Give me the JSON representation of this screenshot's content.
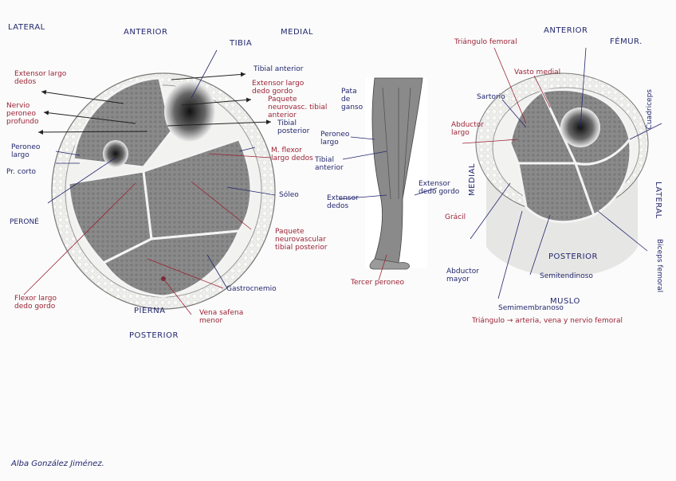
{
  "leg": {
    "orientation": {
      "lateral": "LATERAL",
      "anterior": "ANTERIOR",
      "tibia": "TIBIA",
      "medial": "MEDIAL",
      "pierna": "PIERNA",
      "posterior": "POSTERIOR"
    },
    "labels": {
      "extensor_largo_dedos": "Extensor largo dedos",
      "nervio_peroneo_profundo": "Nervio peroneo profundo",
      "peroneo_largo": "Peroneo largo",
      "peroneo_corto": "Pr. corto",
      "perone": "PERONÉ",
      "tibial_anterior": "Tibial anterior",
      "extensor_largo_dedo_gordo": "Extensor largo dedo gordo",
      "paquete_neurovascular_tibial_anterior": "Paquete neurovasc. tibial anterior",
      "tibial_posterior": "Tibial posterior",
      "flexor_largo_dedos": "M. flexor largo dedos",
      "soleo": "Sóleo",
      "paquete_neurovascular_tibial_posterior": "Paquete neurovascular tibial posterior",
      "gastrocnemio": "Gastrocnemio",
      "vena_safena_menor": "Vena safena menor",
      "flexor_largo_dedo_gordo": "Flexor largo dedo gordo"
    }
  },
  "middle": {
    "labels": {
      "pata_de_ganso": "Pata de ganso",
      "peroneo_largo": "Peroneo largo",
      "tibial_anterior": "Tibial anterior",
      "extensor_dedo_gordo": "Extensor dedo gordo",
      "extensor_dedos": "Extensor dedos",
      "tercer_peroneo": "Tercer peroneo"
    }
  },
  "thigh": {
    "orientation": {
      "anterior": "ANTERIOR",
      "femur": "FÉMUR.",
      "cuadriceps": "Cuadriceps",
      "medial": "MEDIAL",
      "lateral": "LATERAL",
      "posterior": "POSTERIOR",
      "muslo": "MUSLO"
    },
    "labels": {
      "triangulo_femoral": "Triángulo femoral",
      "vasto_medial": "Vasto medial",
      "sartorio": "Sartorio",
      "abductor_largo": "Abductor largo",
      "gracil": "Grácil",
      "abductor_mayor": "Abductor mayor",
      "semitendinoso": "Semitendinoso",
      "semimembranoso": "Semimembranoso",
      "biceps_femoral": "Biceps femoral",
      "triangulo_note": "Triángulo → arteria, vena y nervio femoral"
    }
  },
  "signature": "Alba González Jiménez."
}
